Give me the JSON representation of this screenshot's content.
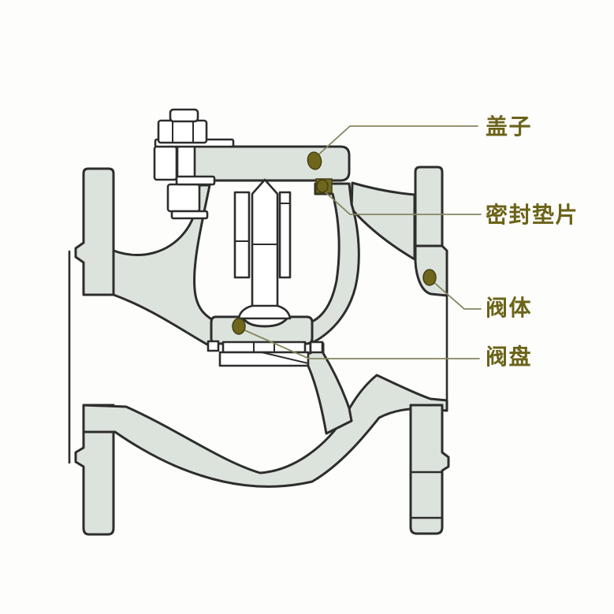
{
  "diagram": {
    "parts": [
      {
        "id": "cover",
        "label": "盖子"
      },
      {
        "id": "gasket",
        "label": "密封垫片"
      },
      {
        "id": "body",
        "label": "阀体"
      },
      {
        "id": "disc",
        "label": "阀盘"
      }
    ],
    "colors": {
      "background": "#fdfdfc",
      "metal_fill": "#dce3dd",
      "part_fill": "#ffffff",
      "outline": "#2d2d2d",
      "marker_fill": "#6d661c",
      "marker_stroke": "#454010",
      "gasket_fill": "#6e6a24",
      "leader_line": "#85855e",
      "label_text": "#6b6318"
    }
  }
}
